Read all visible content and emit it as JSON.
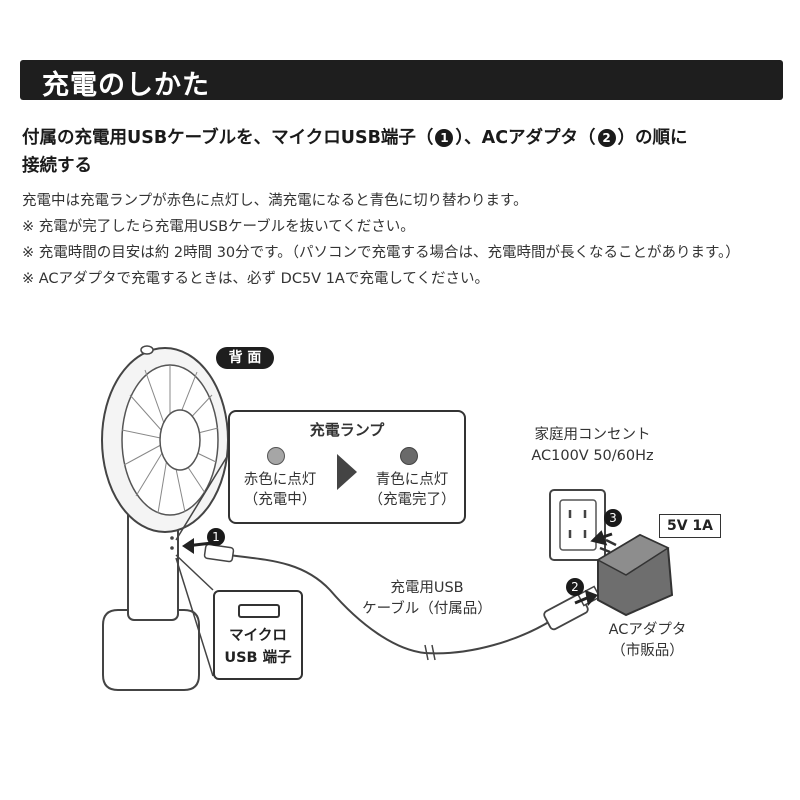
{
  "header": {
    "title": "充電のしかた"
  },
  "lead": {
    "part1": "付属の充電用USBケーブルを、マイクロUSB端子（",
    "num1": "1",
    "part2": "）、ACアダプタ（",
    "num2": "2",
    "part3": "）の順に",
    "line2": "接続する"
  },
  "notes": [
    "充電中は充電ランプが赤色に点灯し、満充電になると青色に切り替わります。",
    "※ 充電が完了したら充電用USBケーブルを抜いてください。",
    "※ 充電時間の目安は約 2時間 30分です。（パソコンで充電する場合は、充電時間が長くなることがあります。）",
    "※ ACアダプタで充電するときは、必ず DC5V 1Aで充電してください。"
  ],
  "diagram": {
    "back_label": "背 面",
    "lamp_title": "充電ランプ",
    "lamp_red_line1": "赤色に点灯",
    "lamp_red_line2": "（充電中）",
    "lamp_blue_line1": "青色に点灯",
    "lamp_blue_line2": "（充電完了）",
    "outlet_line1": "家庭用コンセント",
    "outlet_line2": "AC100V 50/60Hz",
    "spec": "5V 1A",
    "cable_line1": "充電用USB",
    "cable_line2": "ケーブル（付属品）",
    "adapter_line1": "ACアダプタ",
    "adapter_line2": "（市販品）",
    "port_line1": "マイクロ",
    "port_line2": "USB 端子",
    "step1": "1",
    "step2": "2",
    "step3": "3"
  },
  "colors": {
    "header_bg": "#1e1e1e",
    "lamp_red": "#9a9a9a",
    "lamp_blue": "#666666"
  }
}
